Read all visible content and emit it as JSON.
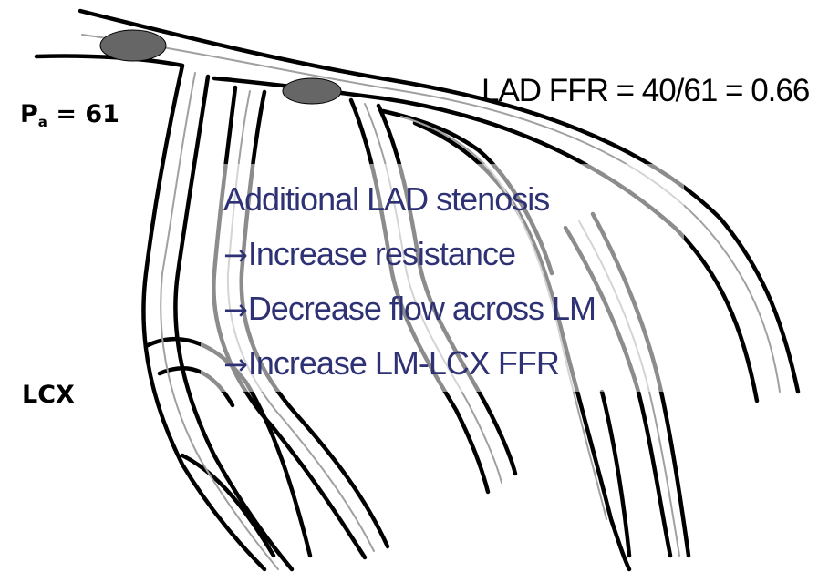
{
  "diagram": {
    "pressure_label": {
      "symbol": "P",
      "subscript": "a",
      "suffix": " = 61"
    },
    "branch_label": "LCX",
    "ffr_label": "LAD FFR = 40/61 = 0.66",
    "callout": {
      "title": "Additional LAD stenosis",
      "arrow": "→",
      "items": [
        "Increase resistance",
        "Decrease flow across LM",
        "Increase LM-LCX FFR"
      ]
    },
    "colors": {
      "callout_text": "#2e3275",
      "vessel_stroke": "#000000",
      "stenosis_fill": "#666666",
      "lumen_line": "#a0a0a0"
    }
  }
}
